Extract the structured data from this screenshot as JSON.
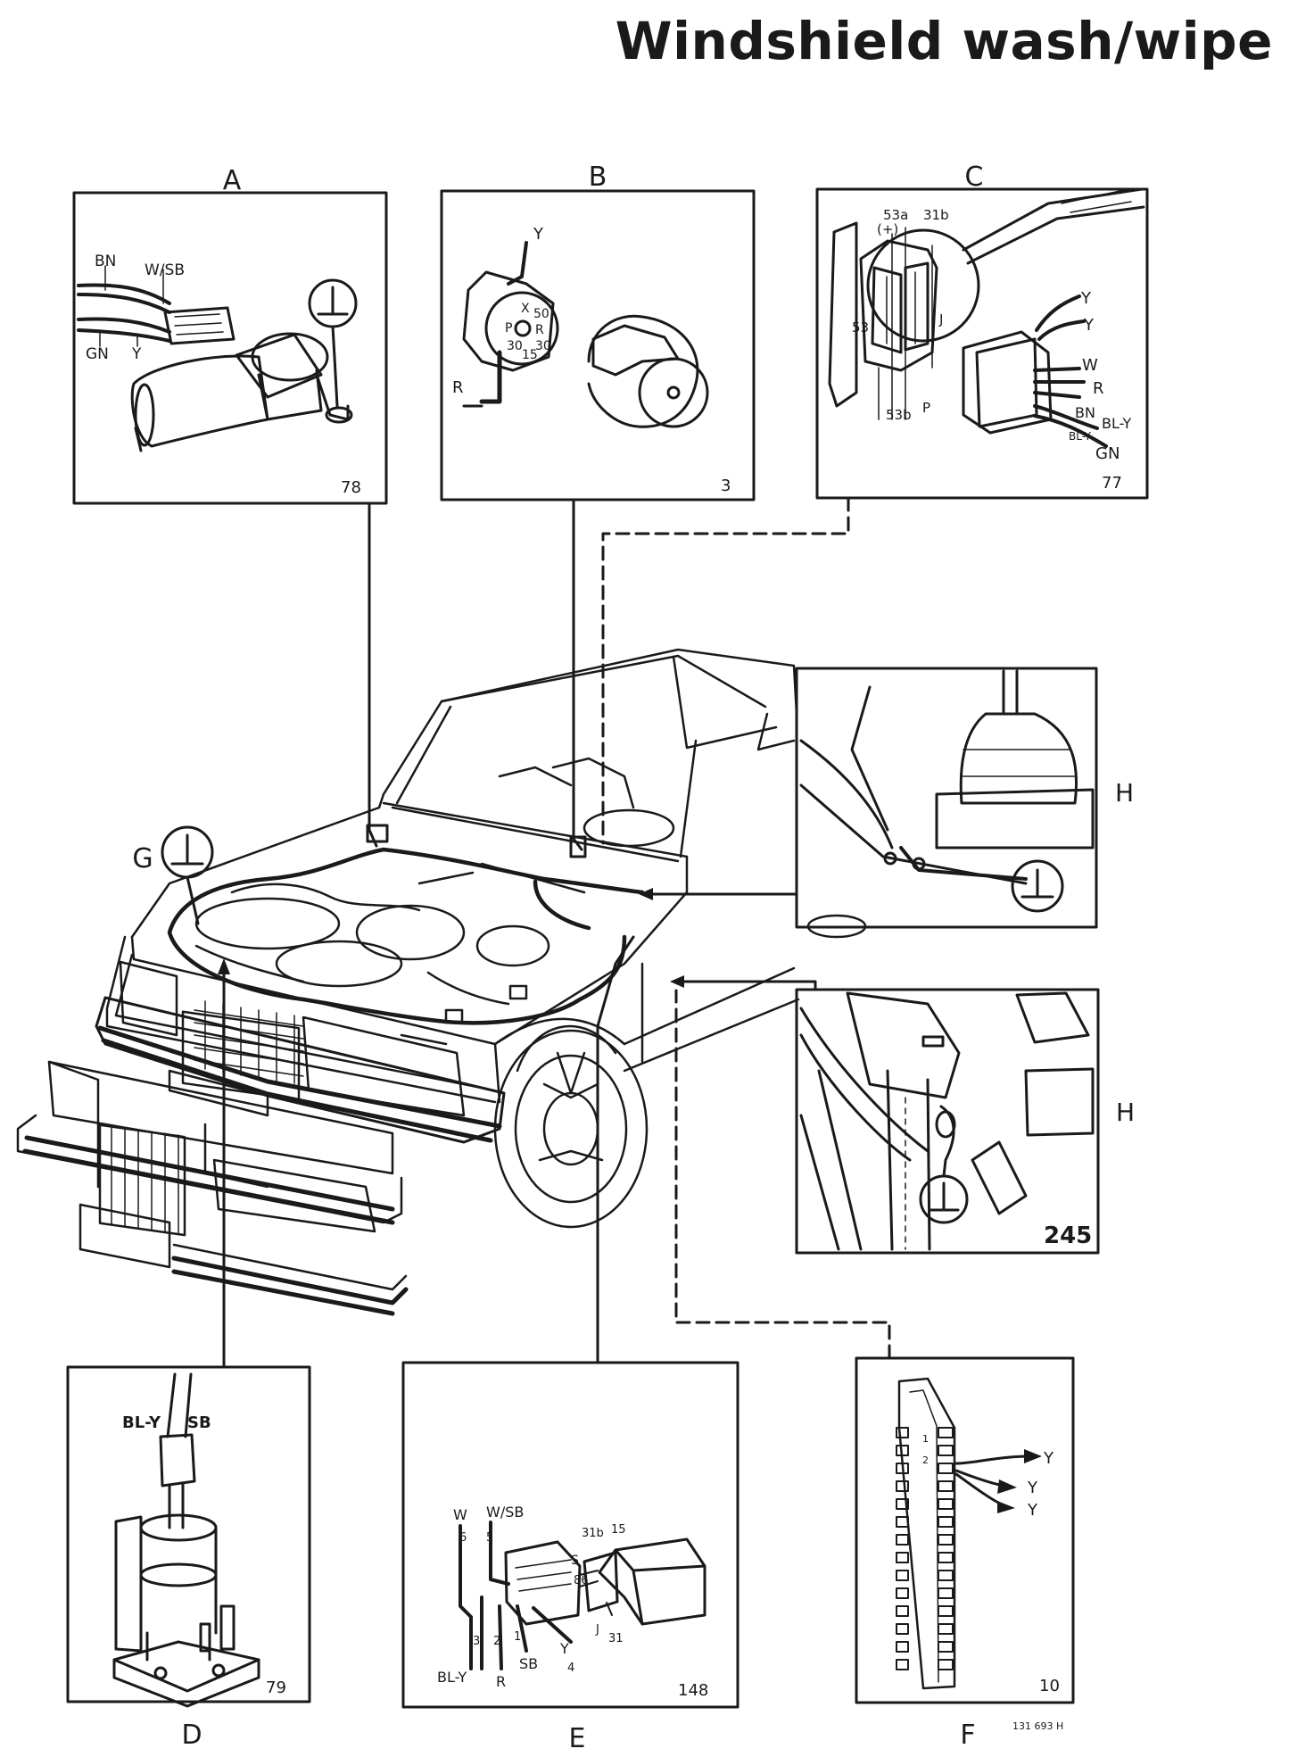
{
  "title": "Windshield wash/wipe",
  "panels": {
    "A": {
      "letter": "A",
      "number": "78",
      "wires": [
        "BN",
        "W/SB",
        "GN",
        "Y"
      ]
    },
    "B": {
      "letter": "B",
      "number": "3",
      "wires": [
        "Y",
        "R"
      ],
      "terminals": [
        "P",
        "X",
        "50",
        "R",
        "30",
        "15",
        "30"
      ]
    },
    "C": {
      "letter": "C",
      "number": "77",
      "terminals": [
        "53a",
        "(+)",
        "31b",
        "53",
        "J",
        "53b",
        "P"
      ],
      "wires": [
        "Y",
        "Y",
        "W",
        "R",
        "BN",
        "BL-Y",
        "BL-Y",
        "GN"
      ]
    },
    "D": {
      "letter": "D",
      "number": "79",
      "wires": [
        "BL-Y",
        "SB"
      ]
    },
    "E": {
      "letter": "E",
      "number": "148",
      "wires": [
        "W",
        "W/SB",
        "BL-Y",
        "R",
        "SB",
        "Y"
      ],
      "pins": [
        "6",
        "5",
        "3",
        "2",
        "1",
        "4"
      ],
      "terminals": [
        "31b",
        "15",
        "S",
        "86",
        "J",
        "31"
      ]
    },
    "F": {
      "letter": "F",
      "number": "10",
      "wires": [
        "Y",
        "Y",
        "Y"
      ],
      "pins": [
        "1",
        "2"
      ]
    },
    "G": {
      "letter": "G"
    },
    "H1": {
      "letter": "H"
    },
    "H2": {
      "letter": "H",
      "number": "245"
    }
  },
  "code": "131 693 H"
}
